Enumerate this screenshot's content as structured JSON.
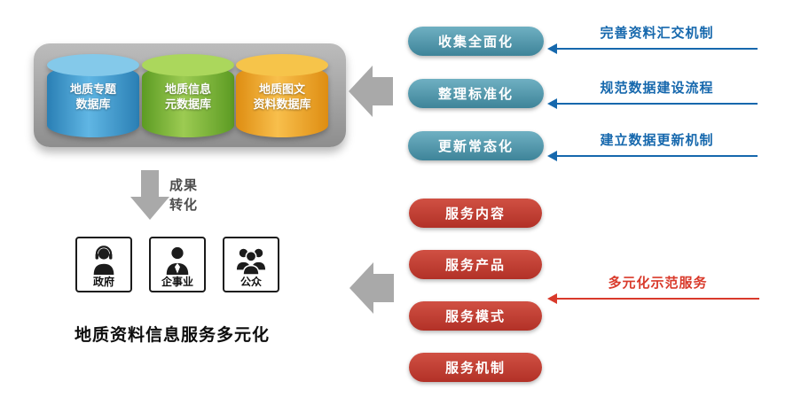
{
  "panel": {
    "databases": [
      {
        "line1": "地质专题",
        "line2": "数据库"
      },
      {
        "line1": "地质信息",
        "line2": "元数据库"
      },
      {
        "line1": "地质图文",
        "line2": "资料数据库"
      }
    ]
  },
  "build": {
    "steps": [
      {
        "label": "收集全面化",
        "note": "完善资料汇交机制"
      },
      {
        "label": "整理标准化",
        "note": "规范数据建设流程"
      },
      {
        "label": "更新常态化",
        "note": "建立数据更新机制"
      }
    ]
  },
  "transform": {
    "line1": "成果",
    "line2": "转化"
  },
  "users": {
    "groups": [
      {
        "label": "政府"
      },
      {
        "label": "企事业"
      },
      {
        "label": "公众"
      }
    ],
    "title": "地质资料信息服务多元化"
  },
  "service": {
    "items": [
      {
        "label": "服务内容"
      },
      {
        "label": "服务产品"
      },
      {
        "label": "服务模式"
      },
      {
        "label": "服务机制"
      }
    ],
    "note": "多元化示范服务"
  },
  "colors": {
    "teal_pill": "#4a93a9",
    "red_pill": "#c63b2e",
    "blue_note_text": "#1668ad",
    "red_note_text": "#d93a2b",
    "arrow_gray": "#a9a9a9",
    "db_blue": "#3f9fd4",
    "db_green": "#7ab62e",
    "db_orange": "#efa024"
  }
}
